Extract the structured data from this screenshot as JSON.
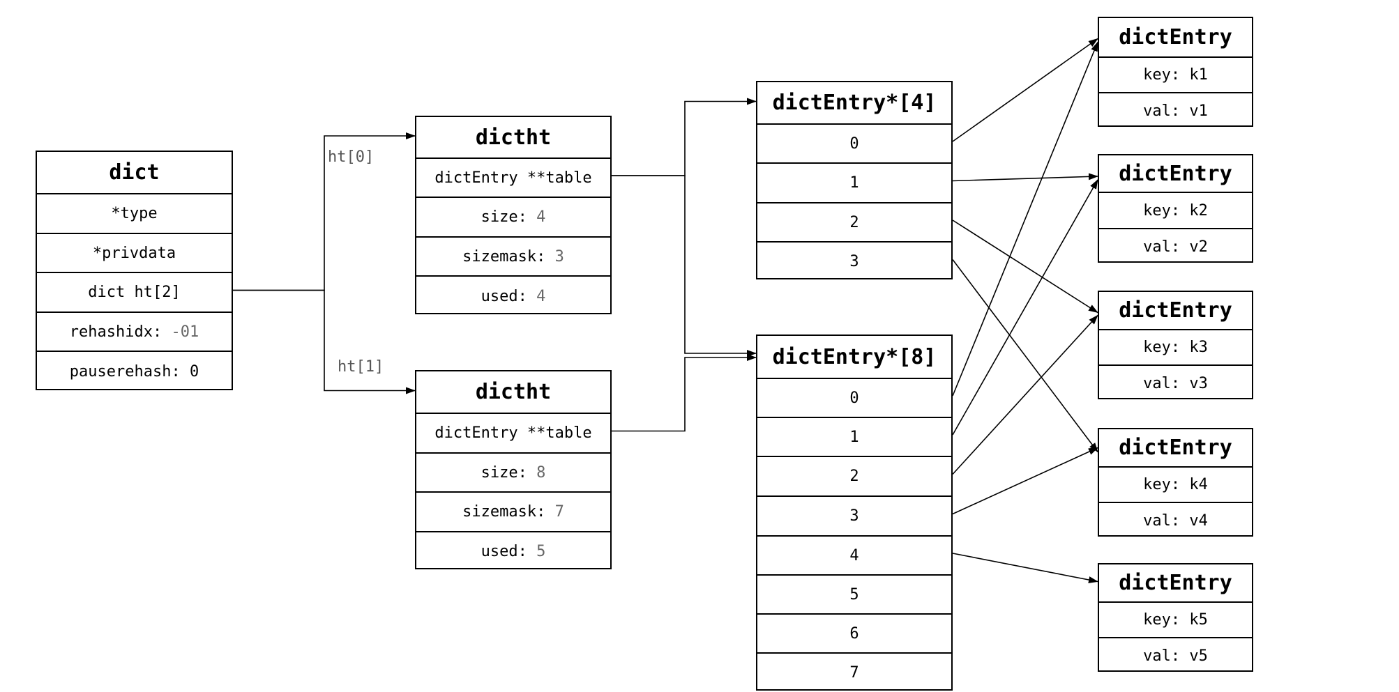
{
  "dict": {
    "title": "dict",
    "rows": [
      {
        "label": "*type",
        "value": ""
      },
      {
        "label": "*privdata",
        "value": ""
      },
      {
        "label": "dict ht[2]",
        "value": ""
      },
      {
        "label": "rehashidx: ",
        "value": "-01"
      },
      {
        "label": "pauserehash: 0",
        "value": ""
      }
    ]
  },
  "ht_labels": {
    "ht0": "ht[0]",
    "ht1": "ht[1]"
  },
  "dictht0": {
    "title": "dictht",
    "rows": [
      {
        "label": "dictEntry **table",
        "value": ""
      },
      {
        "label": "size: ",
        "value": "4"
      },
      {
        "label": "sizemask: ",
        "value": "3"
      },
      {
        "label": "used: ",
        "value": "4"
      }
    ]
  },
  "dictht1": {
    "title": "dictht",
    "rows": [
      {
        "label": "dictEntry **table",
        "value": ""
      },
      {
        "label": "size: ",
        "value": "8"
      },
      {
        "label": "sizemask: ",
        "value": "7"
      },
      {
        "label": "used: ",
        "value": "5"
      }
    ]
  },
  "table4": {
    "title": "dictEntry*[4]",
    "rows": [
      {
        "label": "0"
      },
      {
        "label": "1"
      },
      {
        "label": "2"
      },
      {
        "label": "3"
      }
    ]
  },
  "table8": {
    "title": "dictEntry*[8]",
    "rows": [
      {
        "label": "0"
      },
      {
        "label": "1"
      },
      {
        "label": "2"
      },
      {
        "label": "3"
      },
      {
        "label": "4"
      },
      {
        "label": "5"
      },
      {
        "label": "6"
      },
      {
        "label": "7"
      }
    ]
  },
  "entries": [
    {
      "title": "dictEntry",
      "rows": [
        {
          "label": "key: k1"
        },
        {
          "label": "val: v1"
        }
      ]
    },
    {
      "title": "dictEntry",
      "rows": [
        {
          "label": "key: k2"
        },
        {
          "label": "val: v2"
        }
      ]
    },
    {
      "title": "dictEntry",
      "rows": [
        {
          "label": "key: k3"
        },
        {
          "label": "val: v3"
        }
      ]
    },
    {
      "title": "dictEntry",
      "rows": [
        {
          "label": "key: k4"
        },
        {
          "label": "val: v4"
        }
      ]
    },
    {
      "title": "dictEntry",
      "rows": [
        {
          "label": "key: k5"
        },
        {
          "label": "val: v5"
        }
      ]
    }
  ]
}
